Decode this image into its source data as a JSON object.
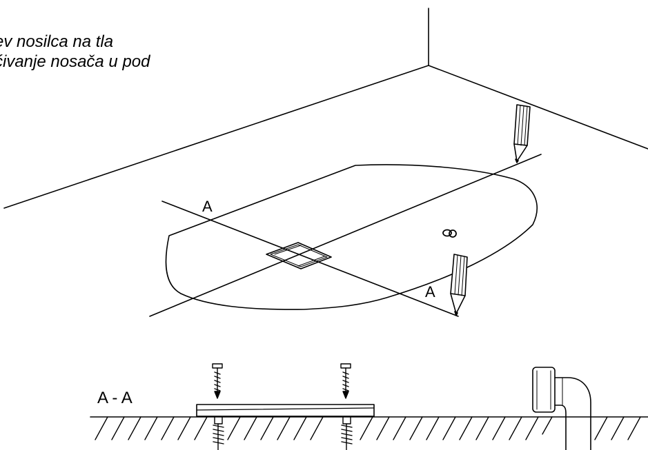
{
  "caption": {
    "line1": "ev nosilca na tla",
    "line2": "ćivanje nosača u pod"
  },
  "labels": {
    "section_marker_top": "A",
    "section_marker_bottom": "A",
    "section_title": "A - A"
  }
}
